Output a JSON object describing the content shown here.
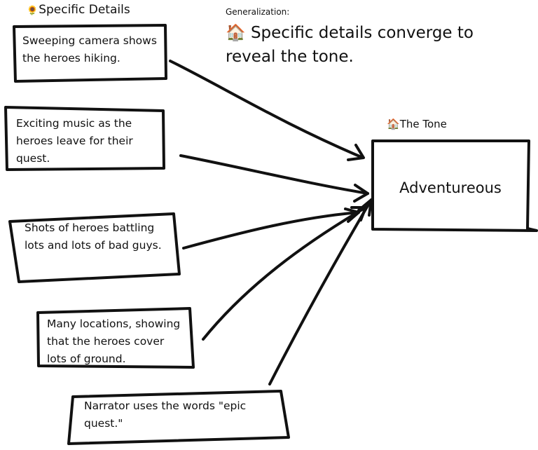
{
  "header": {
    "details_title": "Specific Details",
    "details_icon": "sunflower-icon"
  },
  "generalization": {
    "label": "Generalization:",
    "icon": "house-icon",
    "text": "Specific details converge to reveal the tone."
  },
  "tone": {
    "title": "The Tone",
    "icon": "house-icon",
    "value": "Adventureous"
  },
  "details": [
    "Sweeping camera shows the heroes hiking.",
    "Exciting music as the heroes leave for their quest.",
    "Shots of heroes battling lots and lots of bad guys.",
    "Many locations, showing that the heroes cover lots of ground.",
    "Narrator uses the words \"epic quest.\""
  ]
}
